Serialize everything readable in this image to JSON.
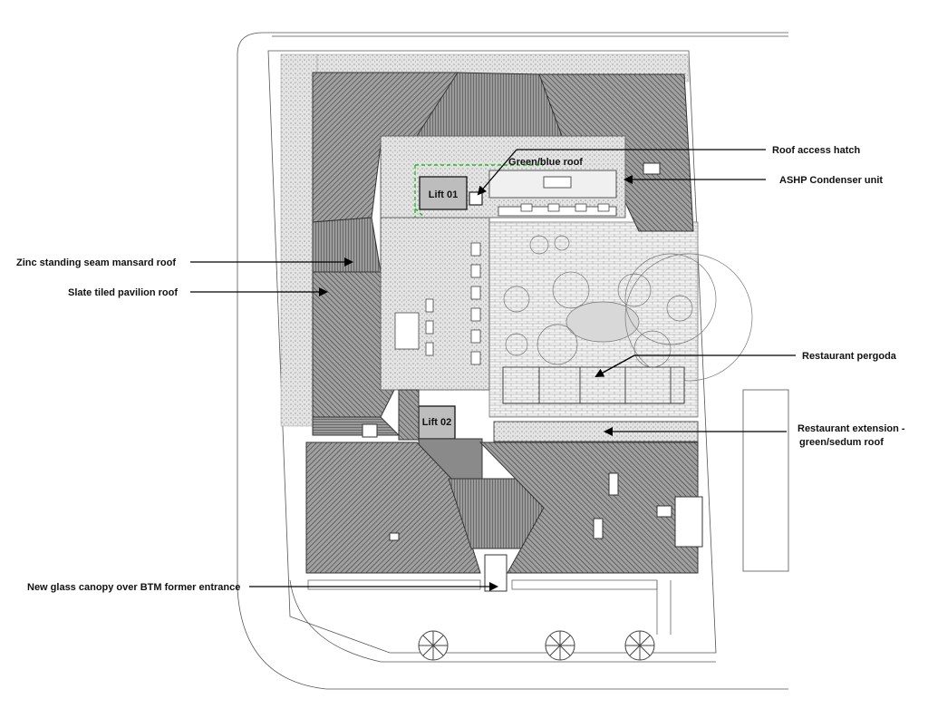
{
  "labels": {
    "roof_access_hatch": "Roof access hatch",
    "ashp_condenser": "ASHP Condenser unit",
    "green_blue_roof": "Green/blue roof",
    "lift_01": "Lift 01",
    "lift_02": "Lift 02",
    "zinc_roof": "Zinc standing seam mansard roof",
    "slate_roof": "Slate tiled pavilion roof",
    "restaurant_pergoda": "Restaurant pergoda",
    "restaurant_extension_line1": "Restaurant extension -",
    "restaurant_extension_line2": "green/sedum roof",
    "glass_canopy": "New glass canopy over BTM former entrance"
  },
  "colors": {
    "green_outline": "#22c022",
    "roof_dark": "#5a5a5a",
    "roof_mid": "#8a8a8a",
    "sedum": "#d6d6d6"
  }
}
